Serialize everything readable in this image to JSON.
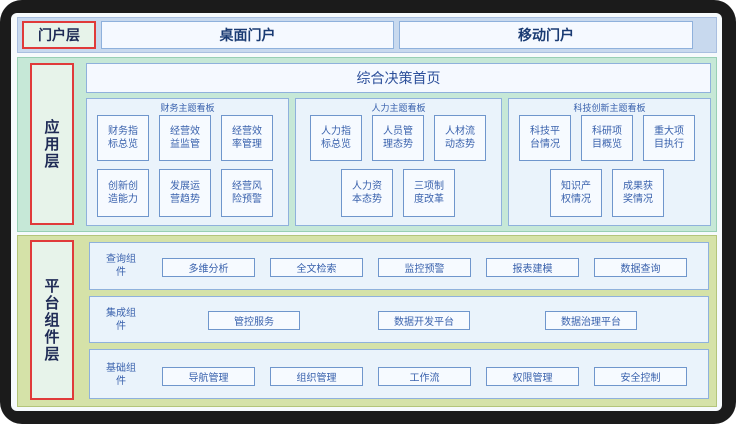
{
  "portal_layer": {
    "label": "门户层",
    "items": [
      "桌面门户",
      "移动门户"
    ]
  },
  "app_layer": {
    "label": "应用层",
    "header": "综合决策首页",
    "panels": [
      {
        "title": "财务主题看板",
        "items": [
          "财务指标总览",
          "经营效益监管",
          "经营效率管理",
          "创新创造能力",
          "发展运营趋势",
          "经营风险预警"
        ]
      },
      {
        "title": "人力主题看板",
        "items": [
          "人力指标总览",
          "人员管理态势",
          "人材流动态势",
          "人力资本态势",
          "三项制度改革"
        ]
      },
      {
        "title": "科技创新主题看板",
        "items": [
          "科技平台情况",
          "科研项目概览",
          "重大项目执行",
          "知识产权情况",
          "成果获奖情况"
        ]
      }
    ]
  },
  "platform_layer": {
    "label": "平台组件层",
    "rows": [
      {
        "group": "查询组件",
        "items": [
          "多维分析",
          "全文检索",
          "监控预警",
          "报表建模",
          "数据查询"
        ]
      },
      {
        "group": "集成组件",
        "items": [
          "管控服务",
          "数据开发平台",
          "数据治理平台"
        ]
      },
      {
        "group": "基础组件",
        "items": [
          "导航管理",
          "组织管理",
          "工作流",
          "权限管理",
          "安全控制"
        ]
      }
    ]
  }
}
